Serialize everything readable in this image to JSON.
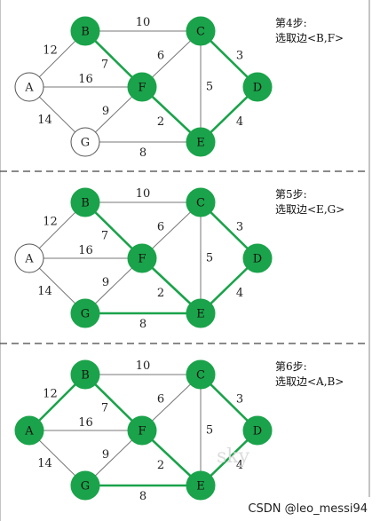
{
  "colors": {
    "selected_fill": "#1aa34a",
    "selected_edge": "#1aa34a",
    "normal_edge": "#777777",
    "unselected_fill": "#ffffff",
    "dash_border": "#444444"
  },
  "nodes": [
    {
      "id": "A",
      "label": "A"
    },
    {
      "id": "B",
      "label": "B"
    },
    {
      "id": "C",
      "label": "C"
    },
    {
      "id": "D",
      "label": "D"
    },
    {
      "id": "E",
      "label": "E"
    },
    {
      "id": "F",
      "label": "F"
    },
    {
      "id": "G",
      "label": "G"
    }
  ],
  "edges": [
    {
      "from": "B",
      "to": "C",
      "weight": "10"
    },
    {
      "from": "A",
      "to": "B",
      "weight": "12"
    },
    {
      "from": "B",
      "to": "F",
      "weight": "7"
    },
    {
      "from": "C",
      "to": "F",
      "weight": "6"
    },
    {
      "from": "C",
      "to": "D",
      "weight": "3"
    },
    {
      "from": "A",
      "to": "F",
      "weight": "16"
    },
    {
      "from": "C",
      "to": "E",
      "weight": "5"
    },
    {
      "from": "F",
      "to": "G",
      "weight": "9"
    },
    {
      "from": "A",
      "to": "G",
      "weight": "14"
    },
    {
      "from": "F",
      "to": "E",
      "weight": "2"
    },
    {
      "from": "D",
      "to": "E",
      "weight": "4"
    },
    {
      "from": "G",
      "to": "E",
      "weight": "8"
    }
  ],
  "panels": [
    {
      "title": "第4步:",
      "subtitle": "选取边<B,F>",
      "selected_nodes": [
        "B",
        "C",
        "D",
        "E",
        "F"
      ],
      "selected_edges": [
        "B-F",
        "C-D",
        "D-E",
        "F-E"
      ]
    },
    {
      "title": "第5步:",
      "subtitle": "选取边<E,G>",
      "selected_nodes": [
        "B",
        "C",
        "D",
        "E",
        "F",
        "G"
      ],
      "selected_edges": [
        "B-F",
        "C-D",
        "D-E",
        "F-E",
        "G-E"
      ]
    },
    {
      "title": "第6步:",
      "subtitle": "选取边<A,B>",
      "selected_nodes": [
        "A",
        "B",
        "C",
        "D",
        "E",
        "F",
        "G"
      ],
      "selected_edges": [
        "A-B",
        "B-F",
        "C-D",
        "D-E",
        "F-E",
        "G-E"
      ]
    }
  ],
  "watermark": "sky",
  "credit": "CSDN @leo_messi94"
}
